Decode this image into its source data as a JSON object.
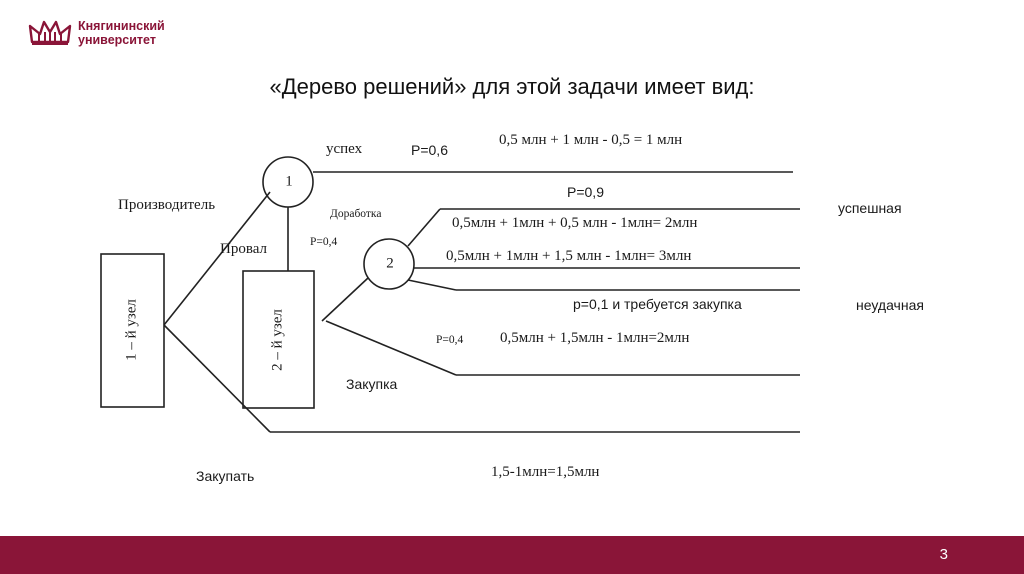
{
  "logo": {
    "line1": "Княгининский",
    "line2": "университет",
    "icon": "crown-icon",
    "color": "#8a1538"
  },
  "title": "«Дерево решений» для этой задачи имеет вид:",
  "tree": {
    "node1_box": "1 – й узел",
    "node2_box": "2 – й узел",
    "circle1": "1",
    "circle2": "2",
    "producer": "Производитель",
    "success": "успех",
    "p_success": "Р=0,6",
    "calc_success": "0,5 млн + 1 млн - 0,5 = 1 млн",
    "failure": "Провал",
    "p_failure": "Р=0,4",
    "rework": "Доработка",
    "p_rework_ok": "Р=0,9",
    "calc_rework_1": "0,5млн + 1млн + 0,5 млн - 1млн= 2млн",
    "calc_rework_2": "0,5млн + 1млн + 1,5 млн - 1млн= 3млн",
    "successful": "успешная",
    "p_rework_fail": "р=0,1 и требуется закупка",
    "unsuccessful": "неудачная",
    "p_purchase": "Р=0,4",
    "calc_purchase": "0,5млн + 1,5млн - 1млн=2млн",
    "purchase": "Закупка",
    "buy": "Закупать",
    "calc_buy": "1,5-1млн=1,5млн"
  },
  "footer": {
    "page": "3",
    "color": "#8a1538"
  }
}
